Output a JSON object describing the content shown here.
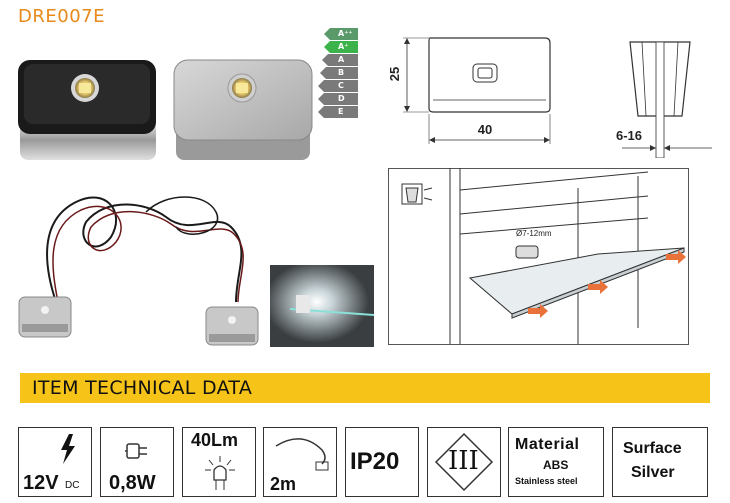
{
  "product_code": "DRE007E",
  "energy_classes": [
    {
      "label": "A⁺⁺",
      "color": "#5a9a6a"
    },
    {
      "label": "A⁺",
      "color": "#3cb34a"
    },
    {
      "label": "A",
      "color": "#7a7a7a"
    },
    {
      "label": "B",
      "color": "#7a7a7a"
    },
    {
      "label": "C",
      "color": "#7a7a7a"
    },
    {
      "label": "D",
      "color": "#7a7a7a"
    },
    {
      "label": "E",
      "color": "#7a7a7a"
    }
  ],
  "dimensions": {
    "height": "25",
    "width": "40",
    "glass_thickness": "6-16",
    "hole": "Ø7-12mm"
  },
  "section_title": "ITEM TECHNICAL DATA",
  "specs": {
    "voltage": "12V",
    "voltage_unit": "DC",
    "power": "0,8W",
    "lumen": "40Lm",
    "cable": "2m",
    "ip": "IP20",
    "class": "III",
    "material_title": "Material",
    "material_1": "ABS",
    "material_2": "Stainless steel",
    "surface_title": "Surface",
    "surface_value": "Silver"
  },
  "colors": {
    "accent": "#e8891a",
    "banner": "#f6c418",
    "arrow": "#e8723a"
  }
}
